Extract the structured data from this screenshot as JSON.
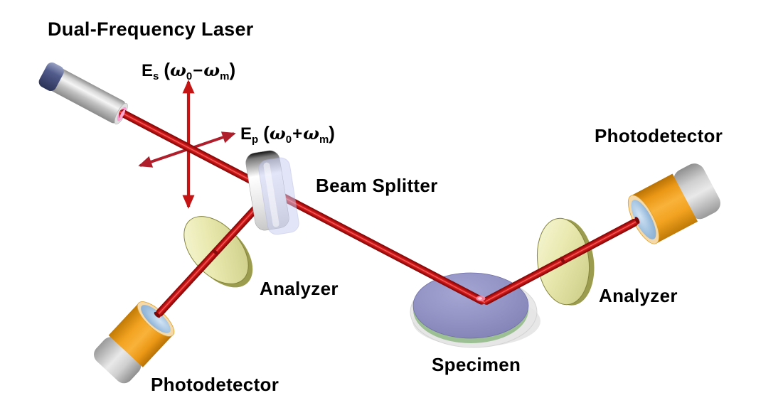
{
  "figure": {
    "title": "Dual-Frequency Laser",
    "labels": {
      "beam_splitter": "Beam Splitter",
      "analyzer_left": "Analyzer",
      "analyzer_right": "Analyzer",
      "photodetector_left": "Photodetector",
      "photodetector_right": "Photodetector",
      "specimen": "Specimen"
    },
    "polarization": {
      "es": {
        "field": "E",
        "field_sub": "s",
        "open_paren": "(",
        "omega_1": "ω",
        "omega_1_sub": "0",
        "operator": "−",
        "omega_2": "ω",
        "omega_2_sub": "m",
        "close_paren": ")"
      },
      "ep": {
        "field": "E",
        "field_sub": "p",
        "open_paren": "(",
        "omega_1": "ω",
        "omega_1_sub": "0",
        "operator": "+",
        "omega_2": "ω",
        "omega_2_sub": "m",
        "close_paren": ")"
      }
    },
    "colors": {
      "beam_core": "#ff6b6b",
      "beam_mid": "#d42020",
      "beam_edge": "#7a0606",
      "arrow_vertical": "#c41414",
      "arrow_diagonal": "#ae1f2b",
      "analyzer_face": "#e8e8ae",
      "analyzer_edge": "#9c9c4e",
      "detector_orange": "#f2a220",
      "detector_face_blue": "#9cbede",
      "specimen_purple": "#9090c2",
      "splitter_glass": "#c9cef2",
      "label_text": "#000000"
    }
  }
}
